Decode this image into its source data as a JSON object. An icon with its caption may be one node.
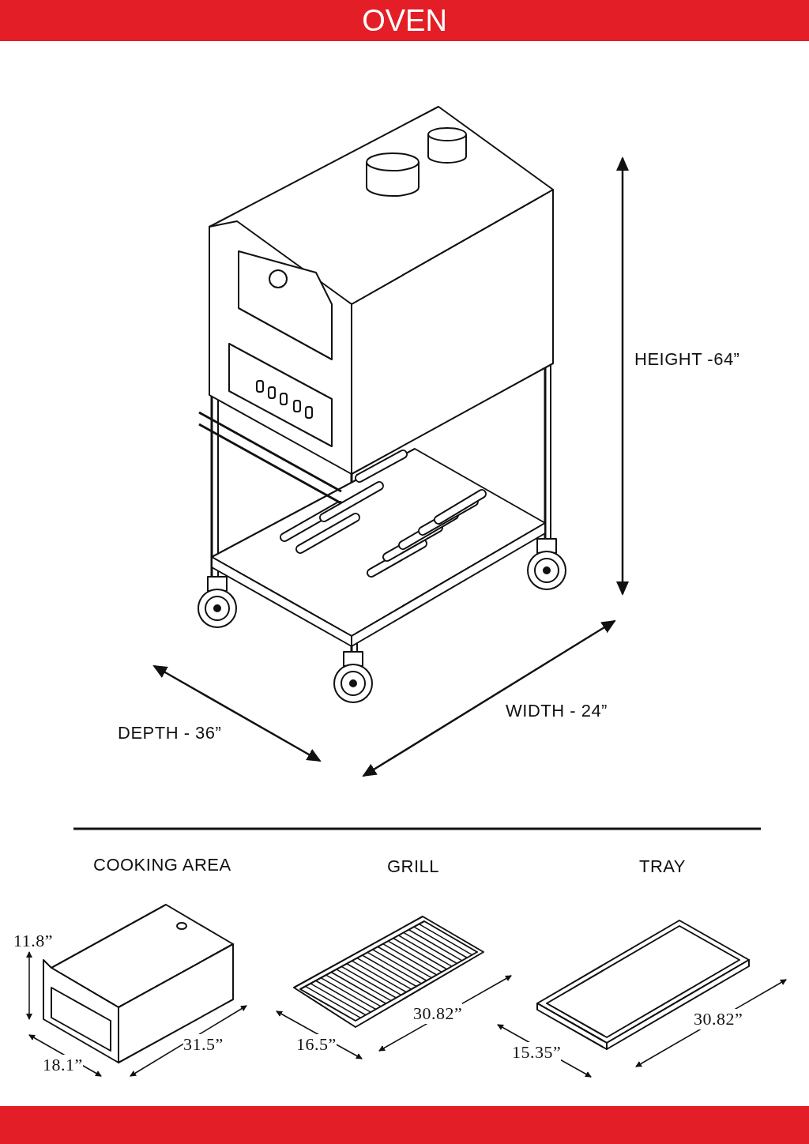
{
  "diagram": {
    "title": "OVEN",
    "labels": [
      "HEIGHT -64”",
      "WIDTH - 24”",
      "DEPTH - 36”",
      "COOKING AREA",
      "GRILL",
      "TRAY",
      "11.8”",
      "30.82”",
      "30.82”",
      "31.5”",
      "16.5”",
      "15.35”",
      "18.1”"
    ]
  }
}
